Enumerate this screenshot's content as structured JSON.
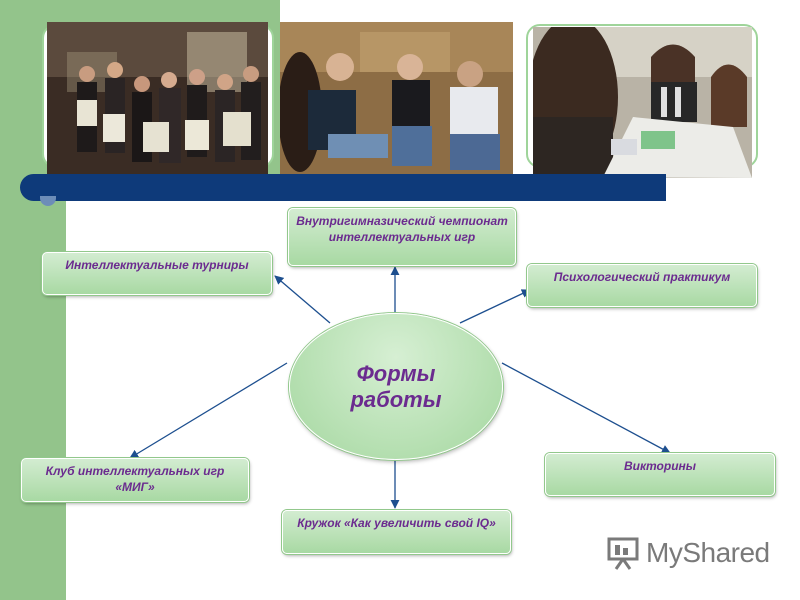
{
  "diagram": {
    "center": {
      "label": "Формы работы"
    },
    "nodes": {
      "championship": "Внутригимназический чемпионат интеллектуальных игр",
      "tournaments": "Интеллектуальные турниры",
      "practicum": "Психологический практикум",
      "club": "Клуб интеллектуальных игр «МИГ»",
      "quizzes": "Викторины",
      "circle": "Кружок «Как увеличить свой IQ»"
    }
  },
  "watermark": {
    "text": "MyShared"
  },
  "icons": [
    "presentation-board-icon"
  ],
  "colors": {
    "green_band": "#93c48b",
    "navy_bar": "#0e3a7a",
    "text_purple": "#6b2b8f",
    "arrow_blue": "#1d4f8f"
  }
}
